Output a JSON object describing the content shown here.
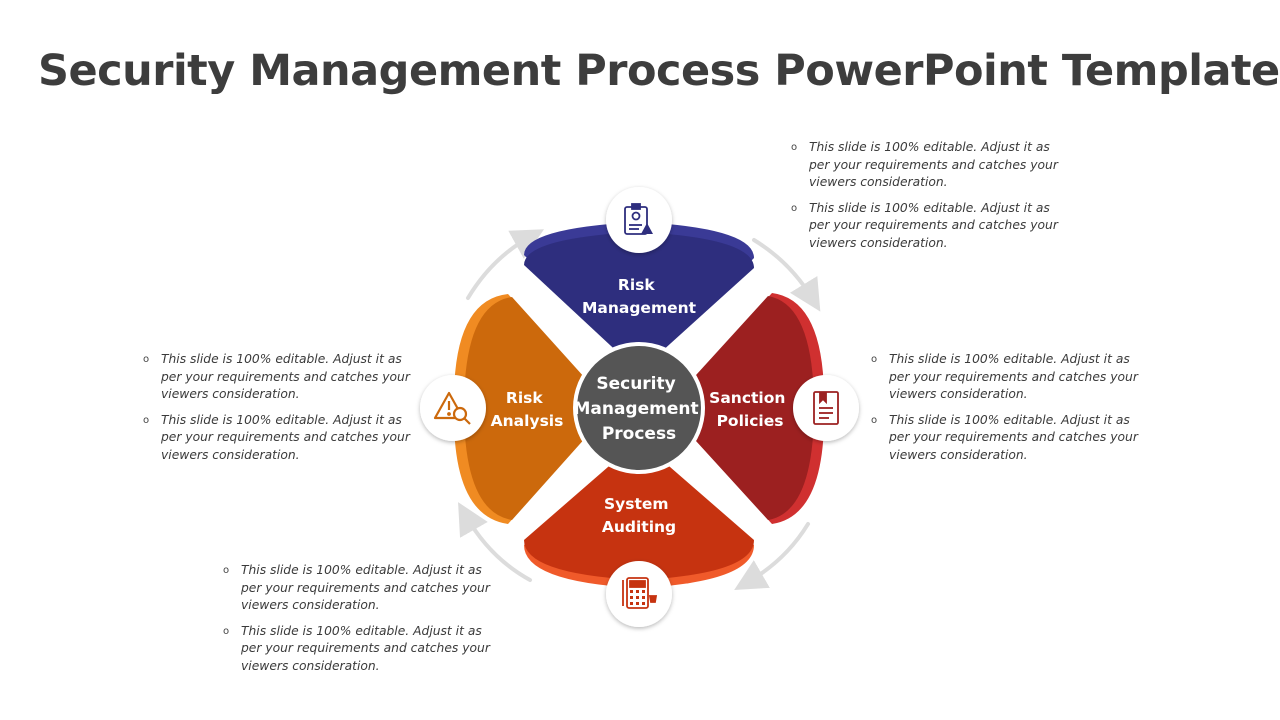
{
  "title": "Security Management Process PowerPoint Template",
  "center": {
    "lines": [
      "Security",
      "Management",
      "Process"
    ]
  },
  "segments": {
    "top": {
      "lines": [
        "Risk",
        "Management"
      ],
      "color": "#2e2e7e",
      "icon": "clipboard-gear-alert-icon"
    },
    "right": {
      "lines": [
        "Sanction",
        "Policies"
      ],
      "color": "#9c2020",
      "icon": "document-icon"
    },
    "bottom": {
      "lines": [
        "System",
        "Auditing"
      ],
      "color": "#c63310",
      "icon": "calculator-pen-icon"
    },
    "left": {
      "lines": [
        "Risk",
        "Analysis"
      ],
      "color": "#cc690c",
      "icon": "warning-magnifier-icon"
    }
  },
  "notes": {
    "top_right": [
      "This slide is 100%  editable. Adjust it as per your requirements and catches your viewers consideration.",
      "This slide is 100%  editable. Adjust it as per your requirements and catches your viewers consideration."
    ],
    "right": [
      "This slide is 100%  editable. Adjust it as per your requirements and catches your viewers consideration.",
      "This slide is 100%  editable. Adjust it as per your requirements and catches your viewers consideration."
    ],
    "left": [
      "This slide is 100%  editable. Adjust it as per your requirements and catches your viewers consideration.",
      "This slide is 100%  editable. Adjust it as per your requirements and catches your viewers consideration."
    ],
    "bottom_left": [
      "This slide is 100%  editable. Adjust it as per your requirements and catches your viewers consideration.",
      "This slide is 100%  editable. Adjust it as per your requirements and catches your viewers consideration."
    ]
  },
  "bullet_glyph": "o",
  "colors": {
    "title": "#3d3d3d",
    "center": "#555555",
    "arrow": "#dcdcdc"
  }
}
